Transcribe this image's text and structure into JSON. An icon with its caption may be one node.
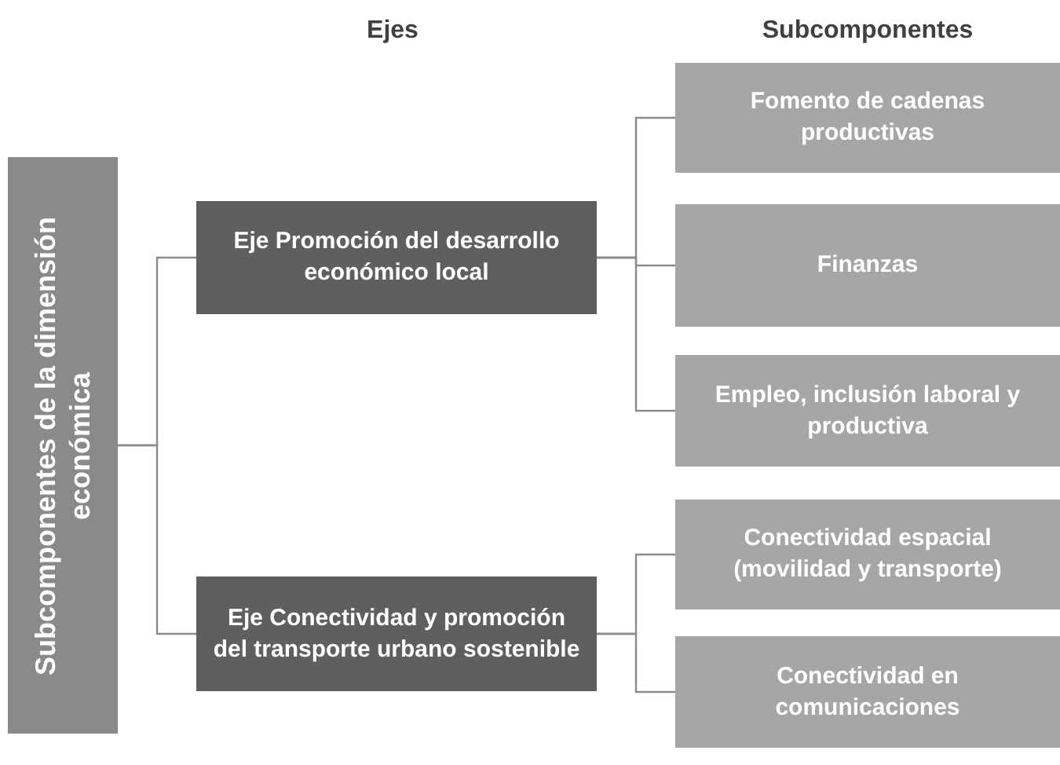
{
  "diagram": {
    "nodes": [
      {
        "text": [
          "Subcomponentes de la dimensión económica"
        ]
      },
      {
        "text": [
          "Eje Promoción del desarrollo económico local"
        ]
      },
      {
        "text": [
          "Eje Conectividad y promoción del transporte urbano sostenible"
        ]
      },
      {
        "text": [
          "Fomento de cadenas productivas"
        ]
      },
      {
        "text": [
          "Finanzas"
        ]
      },
      {
        "text": [
          "Empleo, inclusión laboral y productiva"
        ]
      },
      {
        "text": [
          "Conectividad espacial (movilidad y transporte)"
        ]
      },
      {
        "text": [
          "Conectividad en comunicaciones"
        ]
      }
    ],
    "edges": [
      {
        "from": 0,
        "to": 1,
        "arrow": "none"
      },
      {
        "from": 0,
        "to": 2,
        "arrow": "none"
      },
      {
        "from": 1,
        "to": 3,
        "arrow": "none"
      },
      {
        "from": 1,
        "to": 4,
        "arrow": "none"
      },
      {
        "from": 1,
        "to": 5,
        "arrow": "none"
      },
      {
        "from": 2,
        "to": 6,
        "arrow": "none"
      },
      {
        "from": 2,
        "to": 7,
        "arrow": "none"
      }
    ],
    "labels": [
      "Ejes",
      "Subcomponentes"
    ]
  }
}
